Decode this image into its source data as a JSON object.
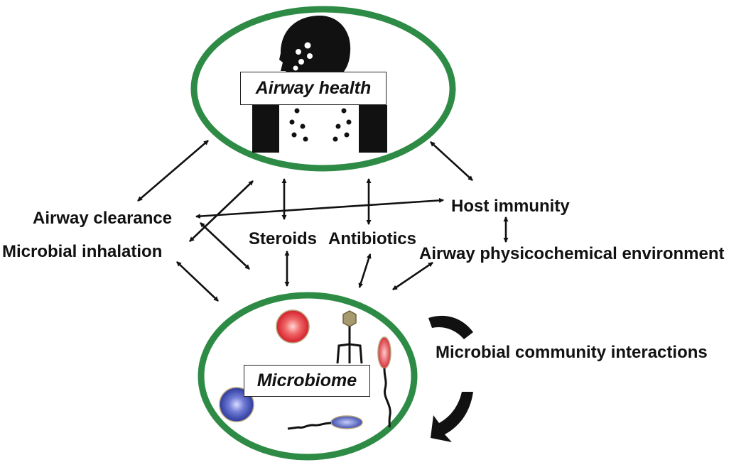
{
  "nodes": {
    "airway_health": "Airway health",
    "microbiome": "Microbiome"
  },
  "factors": {
    "airway_clearance": "Airway clearance",
    "microbial_inhalation": "Microbial inhalation",
    "steroids": "Steroids",
    "antibiotics": "Antibiotics",
    "host_immunity": "Host immunity",
    "airway_physicochemical_environment": "Airway physicochemical environment",
    "microbial_community_interactions": "Microbial community interactions"
  },
  "colors": {
    "ellipse_border": "#2e8b45",
    "text": "#111111",
    "silhouette": "#111111",
    "coccus_red": "#e8394a",
    "coccus_blue": "#3f4fb0",
    "phage_head": "#a79a6e"
  },
  "icons": [
    "human-silhouette-icon",
    "lungs-icon",
    "red-coccus-icon",
    "blue-coccus-icon",
    "bacteriophage-icon",
    "flagellated-bacterium-icon",
    "cycle-arrow-icon"
  ]
}
